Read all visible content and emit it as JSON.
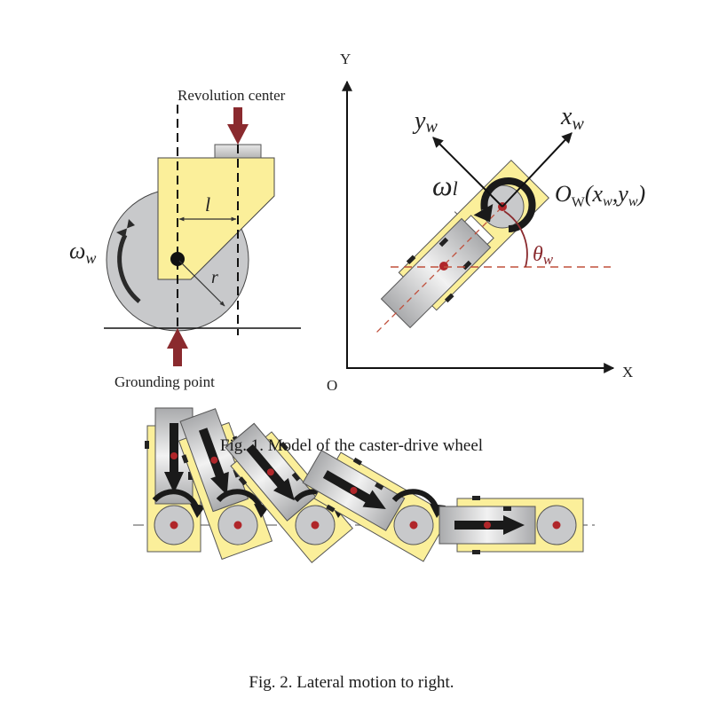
{
  "colors": {
    "bracket_yellow": "#fbef9a",
    "wheel_gray": "#c8c9cb",
    "arrow_red": "#8a2a2e",
    "axis_dash_red": "#c0503c",
    "dot_red": "#b0262a",
    "ink": "#1a1a1a"
  },
  "fig1": {
    "side_view": {
      "revolution_center_label": "Revolution center",
      "grounding_point_label": "Grounding point",
      "offset_label": "l",
      "radius_label": "r",
      "wheel_rate_symbol": "ω",
      "wheel_rate_subscript": "w"
    },
    "top_view": {
      "y_axis_label": "Y",
      "x_axis_label": "X",
      "origin_label": "O",
      "xw_label": "x",
      "xw_sub": "w",
      "yw_label": "y",
      "yw_sub": "w",
      "omega_l_symbol": "ω",
      "omega_l_sub": "l",
      "frame_origin_label": "O",
      "frame_origin_sub": "W",
      "frame_origin_coords": "(x",
      "frame_coords_sub1": "w",
      "frame_coords_mid": ",y",
      "frame_coords_sub2": "w",
      "frame_coords_end": ")",
      "theta_symbol": "θ",
      "theta_sub": "w"
    },
    "caption": "Fig. 1.   Model of the caster-drive wheel"
  },
  "fig2": {
    "steering_angles_deg": [
      90,
      70,
      50,
      30,
      0
    ],
    "caption": "Fig. 2.   Lateral motion to right."
  }
}
